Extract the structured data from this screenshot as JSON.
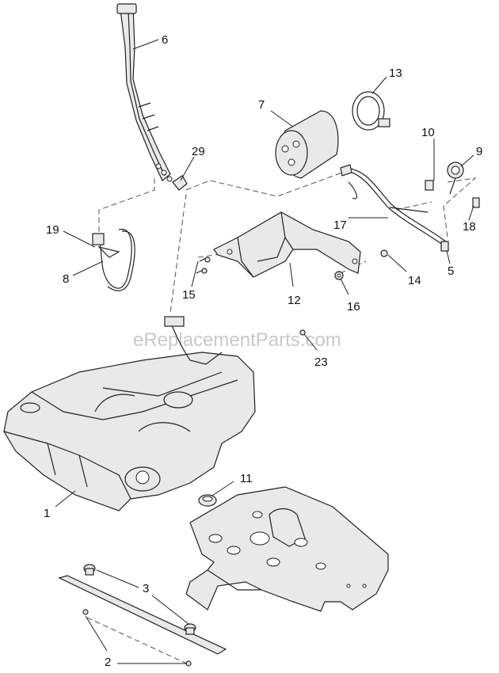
{
  "watermark": "eReplacementParts.com",
  "callouts": [
    "1",
    "2",
    "3",
    "5",
    "6",
    "7",
    "8",
    "9",
    "10",
    "11",
    "12",
    "13",
    "14",
    "15",
    "16",
    "17",
    "18",
    "19",
    "23",
    "29"
  ]
}
